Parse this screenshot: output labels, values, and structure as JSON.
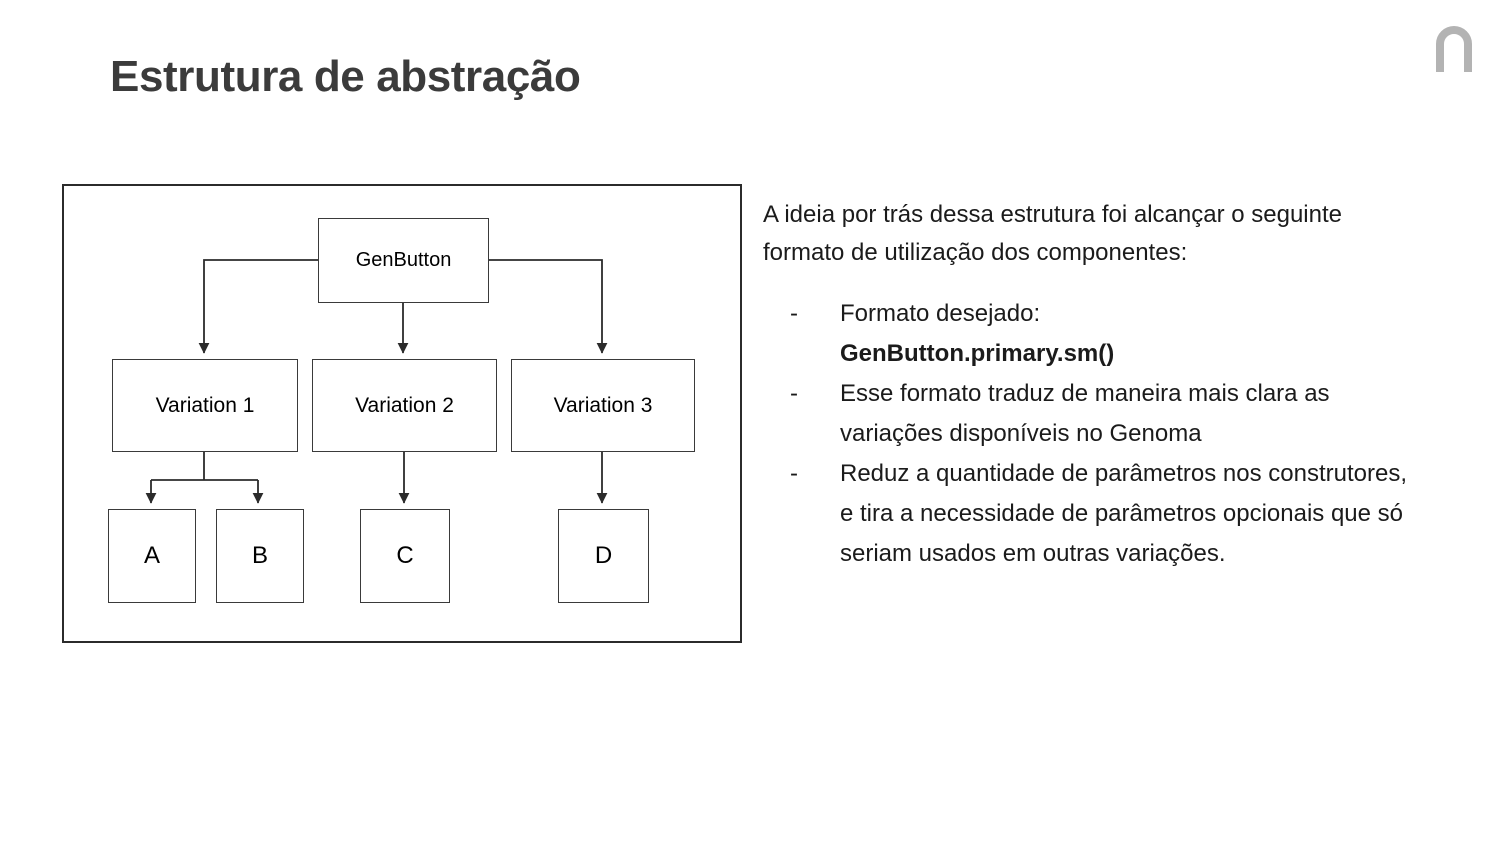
{
  "slide": {
    "title": "Estrutura de abstração",
    "title_color": "#3b3b3b",
    "background_color": "#ffffff",
    "body_text_color": "#1b1b1b"
  },
  "logo": {
    "name": "brand-arch-logo",
    "color": "#b3b3b3"
  },
  "diagram": {
    "name": "abstraction-structure-diagram",
    "border_color": "#2b2b2b",
    "node_border_color": "#3a3a3a",
    "connector_color": "#2b2b2b",
    "nodes": {
      "root": "GenButton",
      "variation1": "Variation 1",
      "variation2": "Variation 2",
      "variation3": "Variation 3",
      "leaf_a": "A",
      "leaf_b": "B",
      "leaf_c": "C",
      "leaf_d": "D"
    }
  },
  "copy": {
    "intro": "A ideia por trás dessa estrutura foi alcançar o seguinte formato de utilização dos componentes:",
    "bullets": [
      {
        "marker": "-",
        "text": "Formato desejado:",
        "emphasis": "GenButton.primary.sm()"
      },
      {
        "marker": "-",
        "text": "Esse formato traduz de maneira mais clara as variações disponíveis no Genoma",
        "emphasis": ""
      },
      {
        "marker": "-",
        "text": "Reduz a quantidade de parâmetros nos construtores, e tira a necessidade de parâmetros opcionais que só seriam usados em outras variações.",
        "emphasis": ""
      }
    ]
  }
}
